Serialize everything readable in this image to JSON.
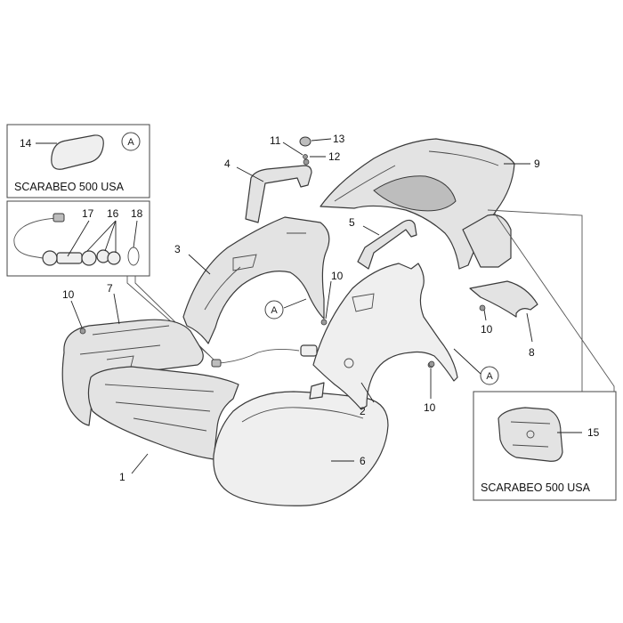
{
  "labels": {
    "p1": "1",
    "p2": "2",
    "p3": "3",
    "p4": "4",
    "p5": "5",
    "p6": "6",
    "p7": "7",
    "p8": "8",
    "p9": "9",
    "p10a": "10",
    "p10b": "10",
    "p10c": "10",
    "p10d": "10",
    "p11": "11",
    "p12": "12",
    "p13": "13",
    "p14": "14",
    "p15": "15",
    "p16": "16",
    "p17": "17",
    "p18": "18"
  },
  "boxes": {
    "top_left_caption": "SCARABEO 500 USA",
    "bottom_right_caption": "SCARABEO 500 USA"
  },
  "refs": {
    "a1": "A",
    "a2": "A",
    "a3": "A"
  },
  "colors": {
    "line": "#3a3a3a",
    "fill": "#e3e3e3",
    "background": "#ffffff"
  }
}
